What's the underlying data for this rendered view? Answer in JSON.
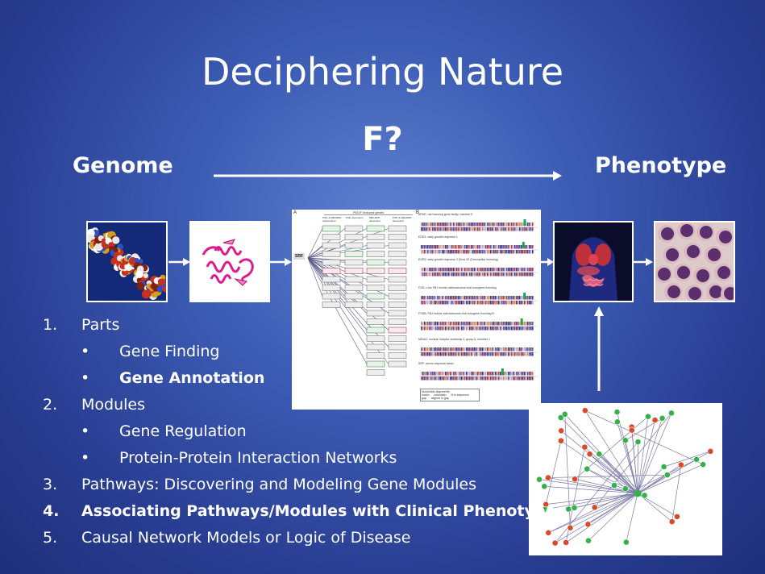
{
  "slide": {
    "title": "Deciphering Nature",
    "function_label": "F?",
    "left_label": "Genome",
    "right_label": "Phenotype"
  },
  "list": {
    "items": [
      {
        "marker": "1.",
        "text": "Parts",
        "bold": false
      },
      {
        "marker": "•",
        "text": "Gene Finding",
        "bold": false,
        "sub": true
      },
      {
        "marker": "•",
        "text": "Gene Annotation",
        "bold": true,
        "sub": true
      },
      {
        "marker": "2.",
        "text": "Modules",
        "bold": false
      },
      {
        "marker": "•",
        "text": "Gene Regulation",
        "bold": false,
        "sub": true
      },
      {
        "marker": "•",
        "text": "Protein-Protein Interaction Networks",
        "bold": false,
        "sub": true
      },
      {
        "marker": "3.",
        "text": "Pathways: Discovering and Modeling Gene Modules",
        "bold": false
      },
      {
        "marker": "4.",
        "text": "Associating Pathways/Modules with Clinical Phenotypes",
        "bold": true
      },
      {
        "marker": "5.",
        "text": "Causal Network Models or Logic of Disease",
        "bold": false
      }
    ]
  },
  "figure": {
    "srf_label": "SRF",
    "panel_a": "A",
    "panel_b": "B",
    "header": "PDGF induced genes",
    "col_heads": [
      "PI3K & MEK/ERK independent",
      "PI3K dependent",
      "MEK/ERK dependent",
      "PI3K & MEK/ERK dependent"
    ],
    "track_labels": [
      "ARHE: ras homolog gene family, member E",
      "EGR1: early growth response 1",
      "EGR2: early growth response 2 (Krox-20 (Drosophila) homolog)",
      "FOS: v-fos FBJ murine osteosarcoma viral oncogene homolog",
      "FOSB: FBJ murine osteosarcoma viral oncogene homolog B",
      "NR4A1: nuclear receptor subfamily 4, group A, member 1",
      "SRF: serum response factor"
    ],
    "legend_title": "Nucleotide Alignments",
    "legend_items": [
      "match",
      "mismatch",
      "N in sequence",
      "gap",
      "aligned to gap"
    ]
  },
  "colors": {
    "bg_center": "#5f80cf",
    "bg_edge": "#1e2f7a",
    "network_red": "#d84a2b",
    "network_green": "#33b24a"
  }
}
